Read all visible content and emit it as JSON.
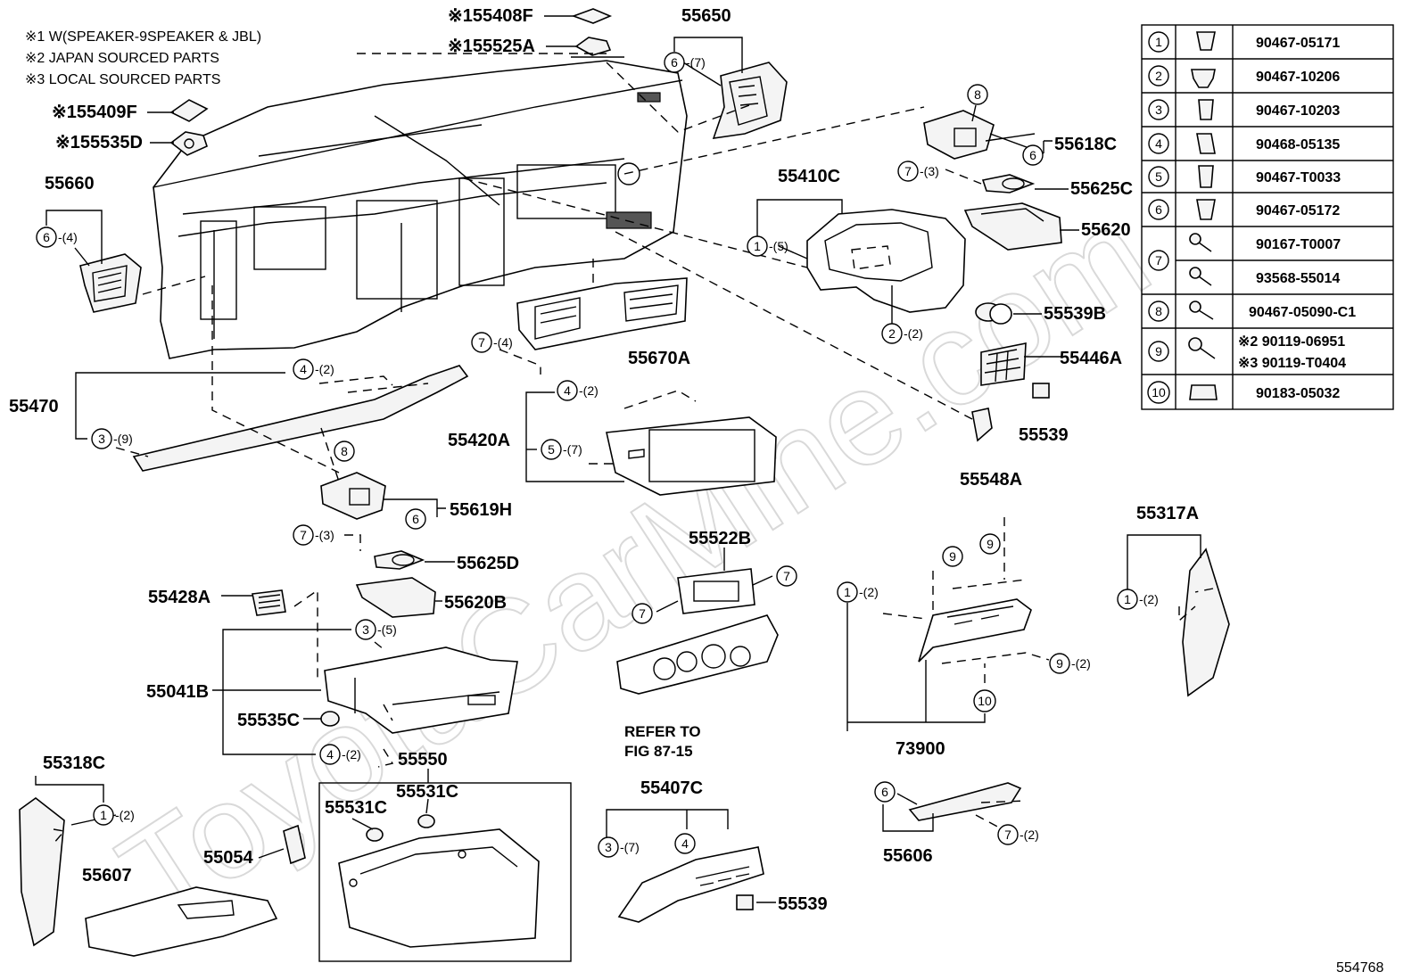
{
  "notes": [
    "※1 W(SPEAKER-9SPEAKER & JBL)",
    "※2 JAPAN SOURCED PARTS",
    "※3 LOCAL SOURCED PARTS"
  ],
  "watermark": "ToyotaCarMine.com",
  "figure_number": "554768",
  "refer_note": [
    "REFER TO",
    "FIG 87-15"
  ],
  "labels": {
    "p55408F": "※155408F",
    "p55525A": "※155525A",
    "p55409F": "※155409F",
    "p55535D": "※155535D",
    "p55650": "55650",
    "p55660": "55660",
    "p55618C": "55618C",
    "p55625C": "55625C",
    "p55410C": "55410C",
    "p55620": "55620",
    "p55539B": "55539B",
    "p55446A": "55446A",
    "p55539a": "55539",
    "p55548A": "55548A",
    "p55670A": "55670A",
    "p55470": "55470",
    "p55420A": "55420A",
    "p55619H": "55619H",
    "p55625D": "55625D",
    "p55428A": "55428A",
    "p55620B": "55620B",
    "p55522B": "55522B",
    "p55041B": "55041B",
    "p55535C": "55535C",
    "p55550": "55550",
    "p55318C": "55318C",
    "p55531C_a": "55531C",
    "p55531C_b": "55531C",
    "p55054": "55054",
    "p55607": "55607",
    "p55407C": "55407C",
    "p55539b": "55539",
    "p73900": "73900",
    "p55317A": "55317A",
    "p55606": "55606"
  },
  "callouts": {
    "c55650": {
      "num": "6",
      "qty": "-(7)"
    },
    "c55660": {
      "num": "6",
      "qty": "-(4)"
    },
    "c55618C_8": {
      "num": "8",
      "qty": ""
    },
    "c55618C_6": {
      "num": "6",
      "qty": ""
    },
    "c55625C_7": {
      "num": "7",
      "qty": "-(3)"
    },
    "c55410C_1": {
      "num": "1",
      "qty": "-(5)"
    },
    "c55410C_2": {
      "num": "2",
      "qty": "-(2)"
    },
    "c55670A_7": {
      "num": "7",
      "qty": "-(4)"
    },
    "c55470_4": {
      "num": "4",
      "qty": "-(2)"
    },
    "c55470_3": {
      "num": "3",
      "qty": "-(9)"
    },
    "c55420A_4": {
      "num": "4",
      "qty": "-(2)"
    },
    "c55420A_5": {
      "num": "5",
      "qty": "-(7)"
    },
    "c55619H_8": {
      "num": "8",
      "qty": ""
    },
    "c55619H_6": {
      "num": "6",
      "qty": ""
    },
    "c55625D_7": {
      "num": "7",
      "qty": "-(3)"
    },
    "c55041B_3": {
      "num": "3",
      "qty": "-(5)"
    },
    "c55041B_4": {
      "num": "4",
      "qty": "-(2)"
    },
    "c55522B_7a": {
      "num": "7",
      "qty": ""
    },
    "c55522B_7b": {
      "num": "7",
      "qty": ""
    },
    "c73900_9a": {
      "num": "9",
      "qty": ""
    },
    "c73900_9b": {
      "num": "9",
      "qty": ""
    },
    "c73900_1": {
      "num": "1",
      "qty": "-(2)"
    },
    "c73900_9c": {
      "num": "9",
      "qty": "-(2)"
    },
    "c73900_10": {
      "num": "10",
      "qty": ""
    },
    "c55317A_1": {
      "num": "1",
      "qty": "-(2)"
    },
    "c55318C_1": {
      "num": "1",
      "qty": "-(2)"
    },
    "c55407C_3": {
      "num": "3",
      "qty": "-(7)"
    },
    "c55407C_4": {
      "num": "4",
      "qty": ""
    },
    "c55606_6": {
      "num": "6",
      "qty": ""
    },
    "c55606_7": {
      "num": "7",
      "qty": "-(2)"
    }
  },
  "fastener_table": [
    {
      "num": "1",
      "parts": [
        "90467-05171"
      ]
    },
    {
      "num": "2",
      "parts": [
        "90467-10206"
      ]
    },
    {
      "num": "3",
      "parts": [
        "90467-10203"
      ]
    },
    {
      "num": "4",
      "parts": [
        "90468-05135"
      ]
    },
    {
      "num": "5",
      "parts": [
        "90467-T0033"
      ]
    },
    {
      "num": "6",
      "parts": [
        "90467-05172"
      ]
    },
    {
      "num": "7",
      "parts": [
        "90167-T0007",
        "93568-55014"
      ]
    },
    {
      "num": "8",
      "parts": [
        "90467-05090-C1"
      ]
    },
    {
      "num": "9",
      "parts": [
        "※2 90119-06951",
        "※3 90119-T0404"
      ]
    },
    {
      "num": "10",
      "parts": [
        "90183-05032"
      ]
    }
  ]
}
